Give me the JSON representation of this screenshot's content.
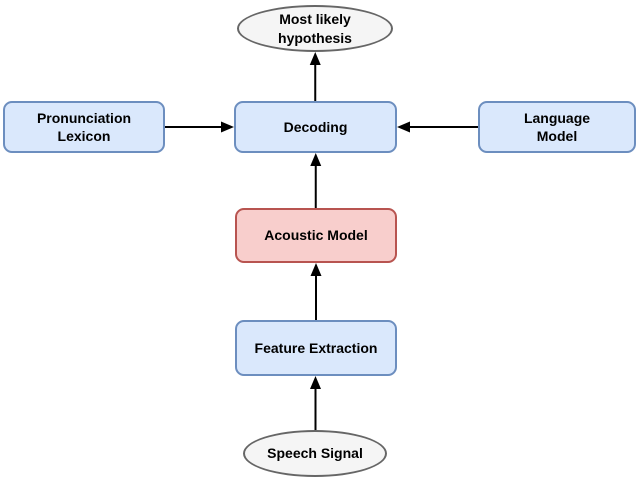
{
  "colors": {
    "background": "#ffffff",
    "text": "#000000",
    "arrow": "#000000",
    "blue_fill": "#dae8fc",
    "blue_border": "#6c8ebf",
    "red_fill": "#f8cecc",
    "red_border": "#b85450",
    "gray_fill": "#f5f5f5",
    "gray_border": "#666666"
  },
  "diagram": {
    "type": "flowchart",
    "nodes": [
      {
        "id": "most-likely-hypothesis",
        "label": "Most likely\nhypothesis",
        "shape": "ellipse",
        "style": "gray"
      },
      {
        "id": "pronunciation-lexicon",
        "label": "Pronunciation\nLexicon",
        "shape": "rounded-rect",
        "style": "blue"
      },
      {
        "id": "decoding",
        "label": "Decoding",
        "shape": "rounded-rect",
        "style": "blue"
      },
      {
        "id": "language-model",
        "label": "Language\nModel",
        "shape": "rounded-rect",
        "style": "blue"
      },
      {
        "id": "acoustic-model",
        "label": "Acoustic Model",
        "shape": "rounded-rect",
        "style": "red"
      },
      {
        "id": "feature-extraction",
        "label": "Feature Extraction",
        "shape": "rounded-rect",
        "style": "blue"
      },
      {
        "id": "speech-signal",
        "label": "Speech Signal",
        "shape": "ellipse",
        "style": "gray"
      }
    ],
    "edges": [
      {
        "from": "speech-signal",
        "to": "feature-extraction"
      },
      {
        "from": "feature-extraction",
        "to": "acoustic-model"
      },
      {
        "from": "acoustic-model",
        "to": "decoding"
      },
      {
        "from": "decoding",
        "to": "most-likely-hypothesis"
      },
      {
        "from": "pronunciation-lexicon",
        "to": "decoding"
      },
      {
        "from": "language-model",
        "to": "decoding"
      }
    ]
  }
}
